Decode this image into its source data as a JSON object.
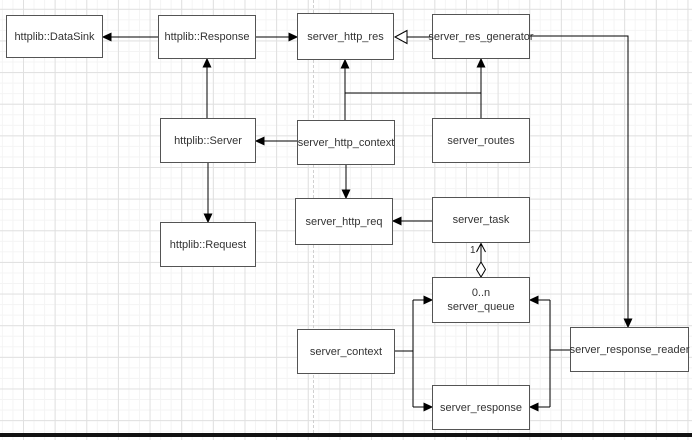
{
  "diagram": {
    "nodes": {
      "datasink": {
        "label": "httplib::DataSink"
      },
      "response": {
        "label": "httplib::Response"
      },
      "http_res": {
        "label": "server_http_res"
      },
      "res_generator": {
        "label": "server_res_generator"
      },
      "server": {
        "label": "httplib::Server"
      },
      "http_context": {
        "label": "server_http_context"
      },
      "routes": {
        "label": "server_routes"
      },
      "request": {
        "label": "httplib::Request"
      },
      "http_req": {
        "label": "server_http_req"
      },
      "task": {
        "label": "server_task"
      },
      "queue": {
        "label": "server_queue",
        "multiplicity": "0..n"
      },
      "context": {
        "label": "server_context"
      },
      "response_reader": {
        "label": "server_response_reader"
      },
      "server_response": {
        "label": "server_response"
      }
    },
    "edge_labels": {
      "aggregation_source": "1"
    },
    "colors": {
      "box_border": "#545454",
      "box_fill": "#ffffff",
      "label_text": "#333333",
      "edge_line": "#000000",
      "grid_minor": "#f4f4f4",
      "grid_major": "#e0e0e0"
    }
  }
}
